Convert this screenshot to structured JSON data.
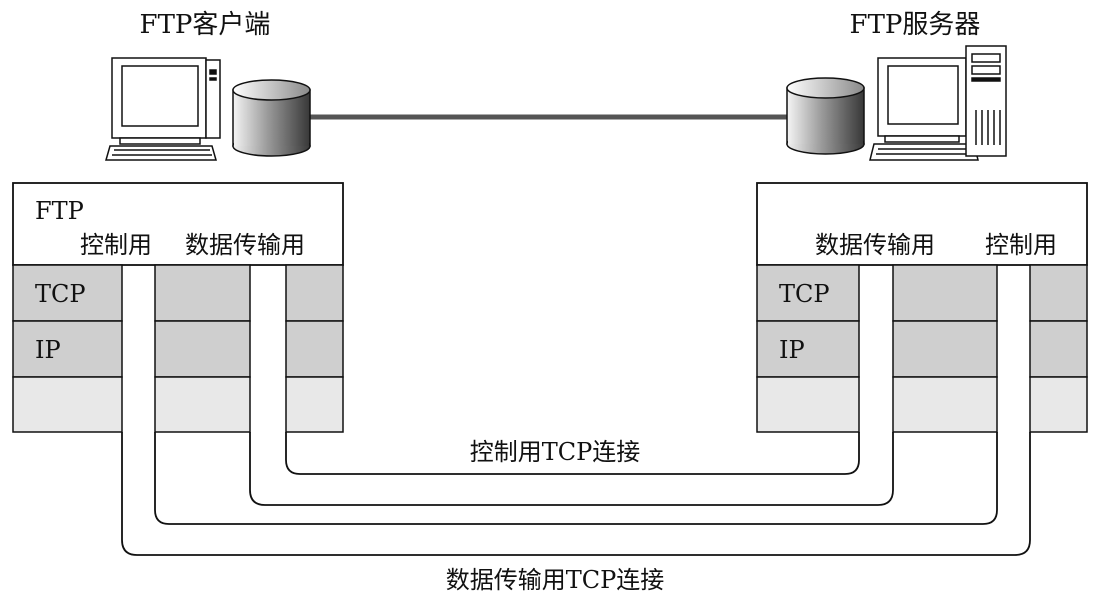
{
  "client": {
    "title": "FTP客户端",
    "app_label": "FTP",
    "control_label": "控制用",
    "data_label": "数据传输用",
    "layer_tcp": "TCP",
    "layer_ip": "IP"
  },
  "server": {
    "title": "FTP服务器",
    "data_label": "数据传输用",
    "control_label": "控制用",
    "layer_tcp": "TCP",
    "layer_ip": "IP"
  },
  "connections": {
    "control": "控制用TCP连接",
    "data": "数据传输用TCP连接"
  },
  "icons": [
    "computer-icon",
    "database-icon",
    "server-tower-icon",
    "network-link"
  ],
  "colors": {
    "layer_dark": "#cfcfcf",
    "layer_light": "#e8e8e8",
    "line": "#111111",
    "link": "#555555"
  }
}
